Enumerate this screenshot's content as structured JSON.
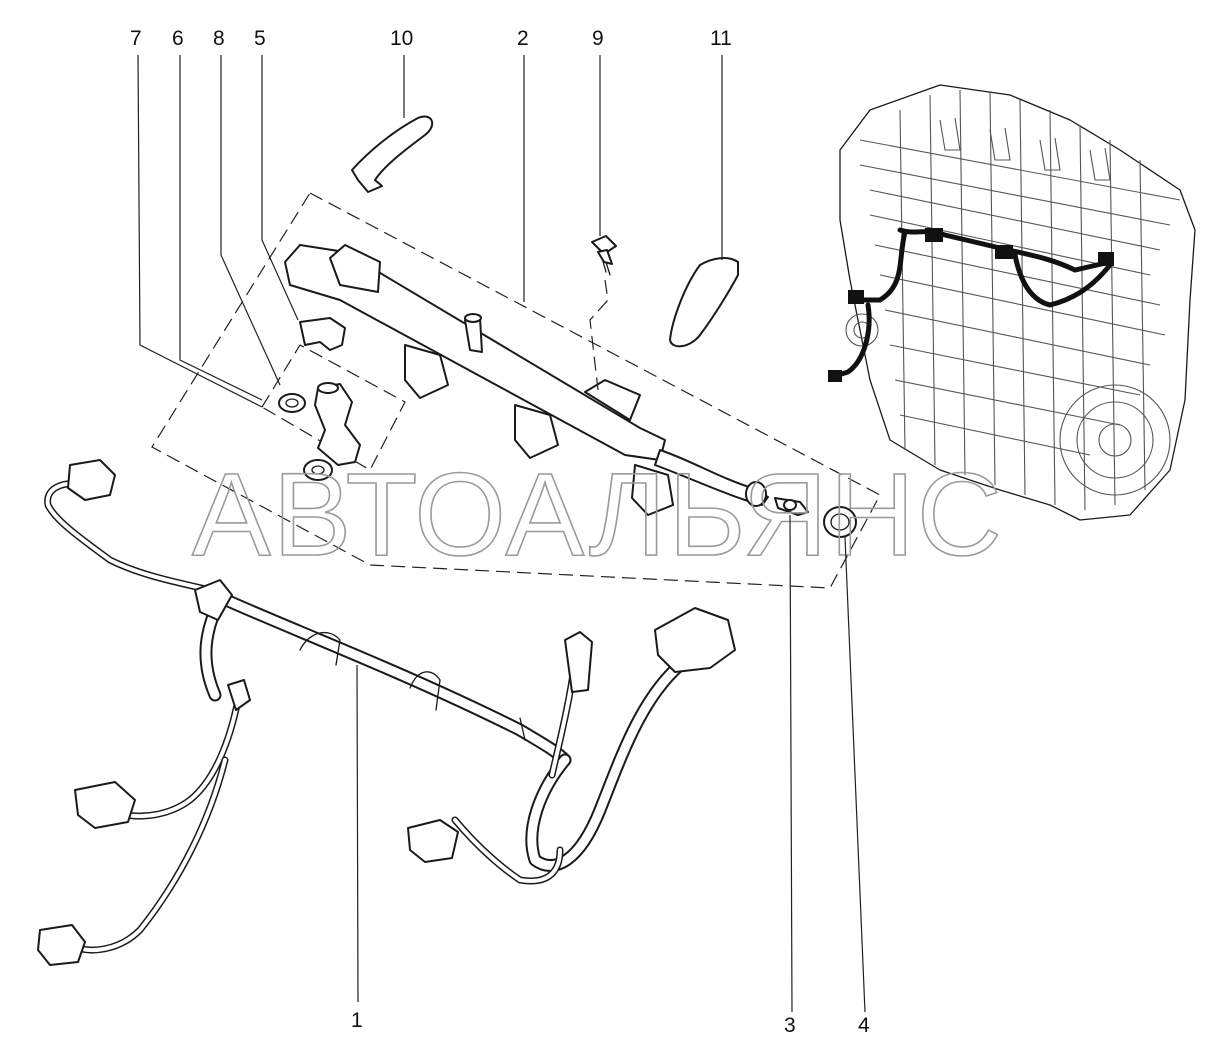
{
  "watermark": "АВТОАЛЬЯНС",
  "callouts": [
    {
      "id": "1",
      "label": "1"
    },
    {
      "id": "2",
      "label": "2"
    },
    {
      "id": "3",
      "label": "3"
    },
    {
      "id": "4",
      "label": "4"
    },
    {
      "id": "5",
      "label": "5"
    },
    {
      "id": "6",
      "label": "6"
    },
    {
      "id": "7",
      "label": "7"
    },
    {
      "id": "8",
      "label": "8"
    },
    {
      "id": "9",
      "label": "9"
    },
    {
      "id": "10",
      "label": "10"
    },
    {
      "id": "11",
      "label": "11"
    }
  ]
}
